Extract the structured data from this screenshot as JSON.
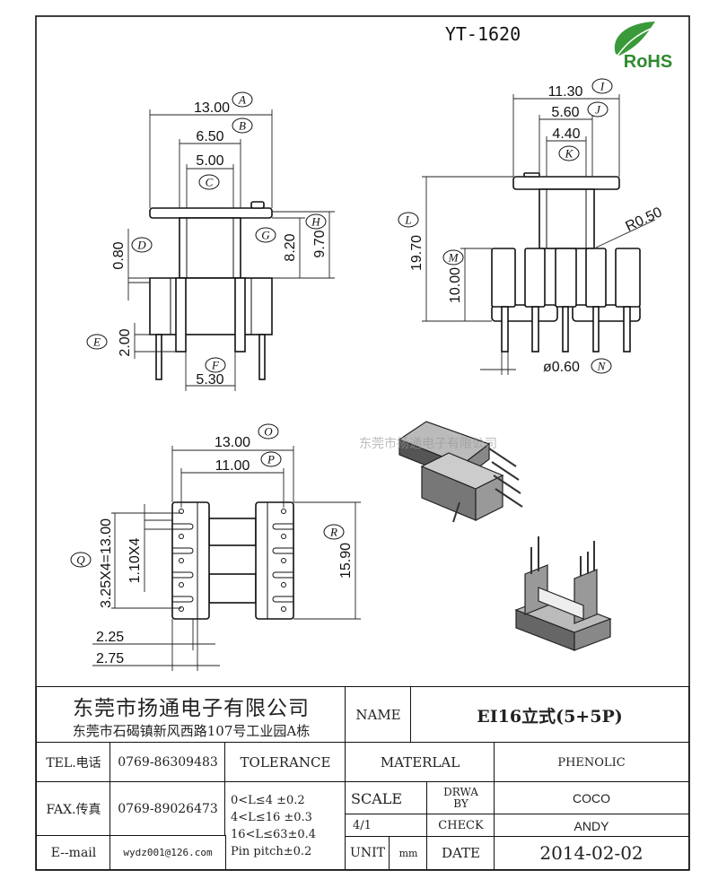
{
  "drawing": {
    "part_number": "YT-1620",
    "logo_text": "RoHS",
    "watermark": "东莞市扬通电子有限公司",
    "front_view": {
      "A": "13.00",
      "B": "6.50",
      "C": "5.00",
      "D": "0.80",
      "E": "2.00",
      "F": "5.30",
      "G": "8.20",
      "H": "9.70"
    },
    "side_view": {
      "I": "11.30",
      "J": "5.60",
      "K": "4.40",
      "L": "19.70",
      "M": "10.00",
      "N": "ø0.60",
      "radius": "R0.50"
    },
    "bottom_view": {
      "O": "13.00",
      "P": "11.00",
      "Q": "3.25X4=13.00",
      "pitch": "1.10X4",
      "R": "15.90",
      "w1": "2.25",
      "w2": "2.75"
    },
    "callouts": [
      "A",
      "B",
      "C",
      "D",
      "E",
      "F",
      "G",
      "H",
      "I",
      "J",
      "K",
      "L",
      "M",
      "N",
      "O",
      "P",
      "Q",
      "R"
    ]
  },
  "title_block": {
    "company": "东莞市扬通电子有限公司",
    "address": "东莞市石碣镇新风西路107号工业园A栋",
    "tel_label": "TEL.电话",
    "tel": "0769-86309483",
    "fax_label": "FAX.传真",
    "fax": "0769-89026473",
    "email_label": "E--mail",
    "email": "wydz001@126.com",
    "tolerance_label": "TOLERANCE",
    "tolerances": [
      "0<L≤4   ±0.2",
      "4<L≤16  ±0.3",
      "16<L≤63±0.4",
      "Pin pitch±0.2"
    ],
    "name_label": "NAME",
    "name": "EI16立式(5+5P)",
    "material_label": "MATERLAL",
    "material": "PHENOLIC",
    "scale_label": "SCALE",
    "scale": "4/1",
    "drawn_label": "DRWA BY",
    "drawn": "COCO",
    "check_label": "CHECK",
    "check": "ANDY",
    "unit_label": "UNIT",
    "unit": "mm",
    "date_label": "DATE",
    "date": "2014-02-02"
  }
}
